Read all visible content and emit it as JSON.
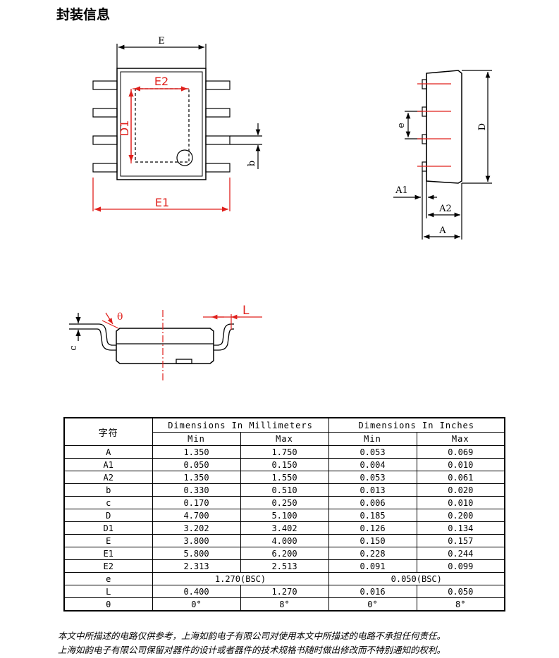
{
  "title": "封装信息",
  "diagram": {
    "top_view_labels": {
      "E": "E",
      "E2": "E2",
      "D1": "D1",
      "E1": "E1",
      "b": "b"
    },
    "side_view_labels": {
      "e": "e",
      "D": "D",
      "A1": "A1",
      "A2": "A2",
      "A": "A"
    },
    "front_view_labels": {
      "theta": "θ",
      "L": "L",
      "c": "c"
    }
  },
  "table": {
    "symbol_header": "字符",
    "group_headers": [
      "Dimensions In Millimeters",
      "Dimensions In Inches"
    ],
    "sub_headers": [
      "Min",
      "Max",
      "Min",
      "Max"
    ],
    "rows": [
      {
        "sym": "A",
        "mm_min": "1.350",
        "mm_max": "1.750",
        "in_min": "0.053",
        "in_max": "0.069"
      },
      {
        "sym": "A1",
        "mm_min": "0.050",
        "mm_max": "0.150",
        "in_min": "0.004",
        "in_max": "0.010"
      },
      {
        "sym": "A2",
        "mm_min": "1.350",
        "mm_max": "1.550",
        "in_min": "0.053",
        "in_max": "0.061"
      },
      {
        "sym": "b",
        "mm_min": "0.330",
        "mm_max": "0.510",
        "in_min": "0.013",
        "in_max": "0.020"
      },
      {
        "sym": "c",
        "mm_min": "0.170",
        "mm_max": "0.250",
        "in_min": "0.006",
        "in_max": "0.010"
      },
      {
        "sym": "D",
        "mm_min": "4.700",
        "mm_max": "5.100",
        "in_min": "0.185",
        "in_max": "0.200"
      },
      {
        "sym": "D1",
        "mm_min": "3.202",
        "mm_max": "3.402",
        "in_min": "0.126",
        "in_max": "0.134"
      },
      {
        "sym": "E",
        "mm_min": "3.800",
        "mm_max": "4.000",
        "in_min": "0.150",
        "in_max": "0.157"
      },
      {
        "sym": "E1",
        "mm_min": "5.800",
        "mm_max": "6.200",
        "in_min": "0.228",
        "in_max": "0.244"
      },
      {
        "sym": "E2",
        "mm_min": "2.313",
        "mm_max": "2.513",
        "in_min": "0.091",
        "in_max": "0.099"
      }
    ],
    "row_e": {
      "sym": "e",
      "mm": "1.270(BSC)",
      "in": "0.050(BSC)"
    },
    "row_L": {
      "sym": "L",
      "mm_min": "0.400",
      "mm_max": "1.270",
      "in_min": "0.016",
      "in_max": "0.050"
    },
    "row_theta": {
      "sym": "θ",
      "mm_min": "0°",
      "mm_max": "8°",
      "in_min": "0°",
      "in_max": "8°"
    }
  },
  "footnotes": [
    "本文中所描述的电路仅供参考，上海如韵电子有限公司对使用本文中所描述的电路不承担任何责任。",
    "上海如韵电子有限公司保留对器件的设计或者器件的技术规格书随时做出修改而不特别通知的权利。"
  ],
  "colors": {
    "red": "#e0201c",
    "line": "#000000"
  }
}
